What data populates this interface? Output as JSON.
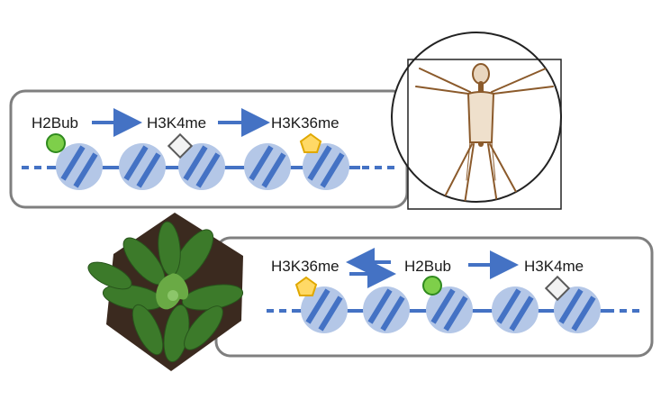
{
  "human_panel": {
    "labels": [
      "H2Bub",
      "H3K4me",
      "H3K36me"
    ],
    "arrows": [
      "forward",
      "forward"
    ],
    "marks": [
      "green-circle",
      "white-diamond",
      "yellow-pentagon"
    ],
    "nucleosome_count": 5
  },
  "plant_panel": {
    "labels": [
      "H3K36me",
      "H2Bub",
      "H3K4me"
    ],
    "arrows": [
      "bidirectional",
      "forward"
    ],
    "marks": [
      "yellow-pentagon",
      "green-circle",
      "white-diamond"
    ],
    "nucleosome_count": 5
  },
  "colors": {
    "nucleosome_fill": "#b4c7e7",
    "stripe": "#4472c4",
    "dna": "#4472c4",
    "panel_border": "#7f7f7f",
    "green_mark": "#7ecf4a",
    "yellow_mark": "#ffd966",
    "diamond_mark": "#f2f2f2",
    "sketch_ink": "#8b5a2b",
    "plant_leaf": "#3c7a2a"
  },
  "images": {
    "human": "vitruvian-man-sketch",
    "plant": "arabidopsis-rosette-photo"
  }
}
